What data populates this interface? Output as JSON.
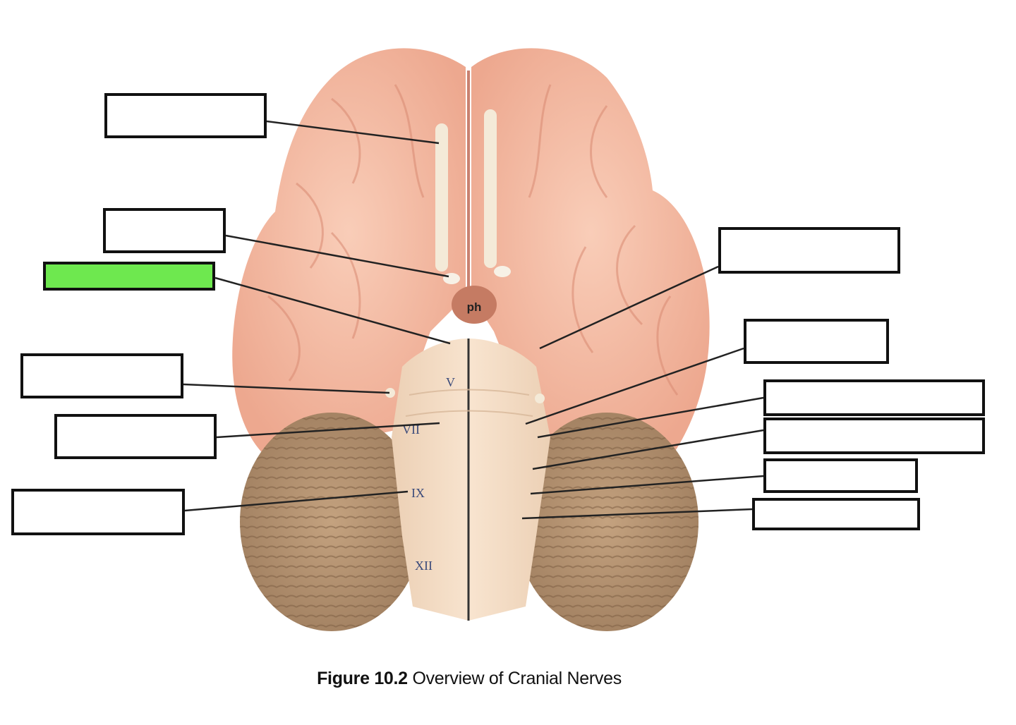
{
  "figure": {
    "caption_number": "Figure 10.2",
    "caption_text": "Overview of Cranial Nerves"
  },
  "model_markings": {
    "pituitary": "ph",
    "roman_v": "V",
    "roman_vii": "VII",
    "roman_ix": "IX",
    "roman_xii": "XII"
  },
  "colors": {
    "highlight": "#6ee84f",
    "cerebrum": "#f3b7a0",
    "cerebellum": "#b89573",
    "brainstem": "#f4dcc4",
    "leader_line": "#222222"
  },
  "labels": [
    {
      "id": "olfactory-tract",
      "side": "left",
      "highlighted": false,
      "value": ""
    },
    {
      "id": "optic-nerve",
      "side": "left",
      "highlighted": false,
      "value": ""
    },
    {
      "id": "oculomotor-nerve",
      "side": "left",
      "highlighted": true,
      "value": ""
    },
    {
      "id": "trigeminal-nerve",
      "side": "left",
      "highlighted": false,
      "value": ""
    },
    {
      "id": "facial-nerve",
      "side": "left",
      "highlighted": false,
      "value": ""
    },
    {
      "id": "hypoglossal-nerve",
      "side": "left",
      "highlighted": false,
      "value": ""
    },
    {
      "id": "trochlear-nerve",
      "side": "right",
      "highlighted": false,
      "value": ""
    },
    {
      "id": "abducens-nerve",
      "side": "right",
      "highlighted": false,
      "value": ""
    },
    {
      "id": "vestibulocochlear-nerve",
      "side": "right",
      "highlighted": false,
      "value": ""
    },
    {
      "id": "glossopharyngeal-nerve",
      "side": "right",
      "highlighted": false,
      "value": ""
    },
    {
      "id": "vagus-nerve",
      "side": "right",
      "highlighted": false,
      "value": ""
    },
    {
      "id": "accessory-nerve",
      "side": "right",
      "highlighted": false,
      "value": ""
    }
  ]
}
